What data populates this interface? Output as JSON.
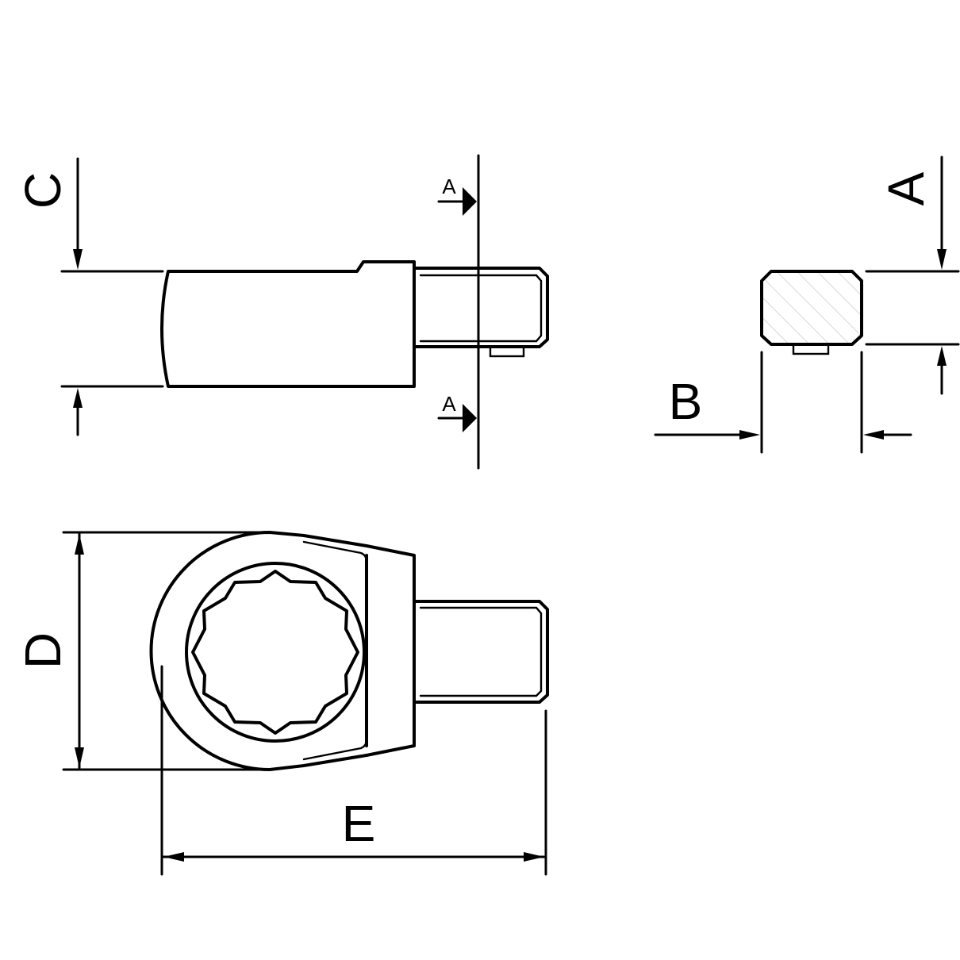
{
  "drawing": {
    "dimension_labels": {
      "A": "A",
      "B": "B",
      "C": "C",
      "D": "D",
      "E": "E"
    },
    "section_marks": {
      "top": "A",
      "bottom": "A"
    }
  }
}
